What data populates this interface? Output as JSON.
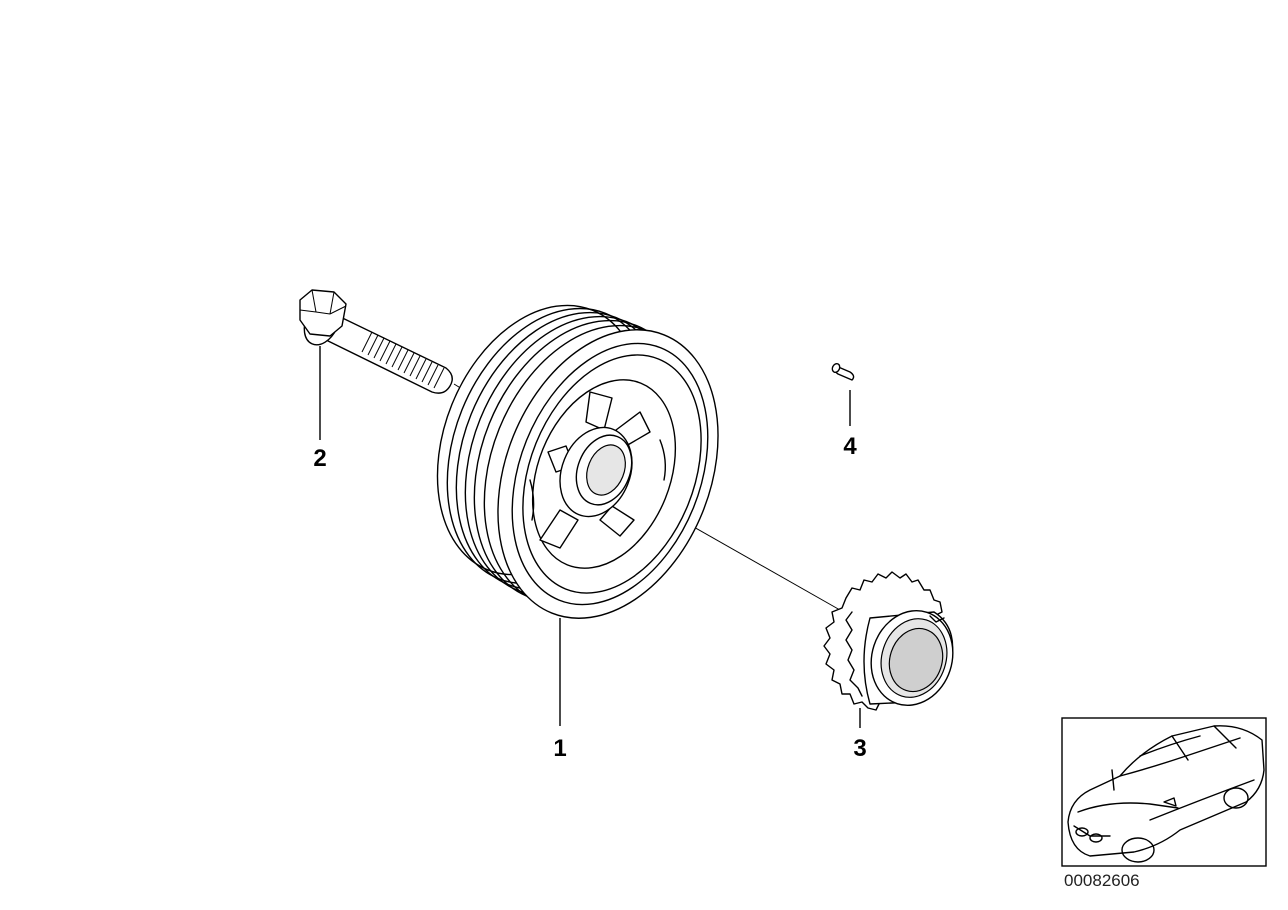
{
  "callouts": [
    {
      "id": "1",
      "label": "1"
    },
    {
      "id": "2",
      "label": "2"
    },
    {
      "id": "3",
      "label": "3"
    },
    {
      "id": "4",
      "label": "4"
    }
  ],
  "document_number": "00082606"
}
